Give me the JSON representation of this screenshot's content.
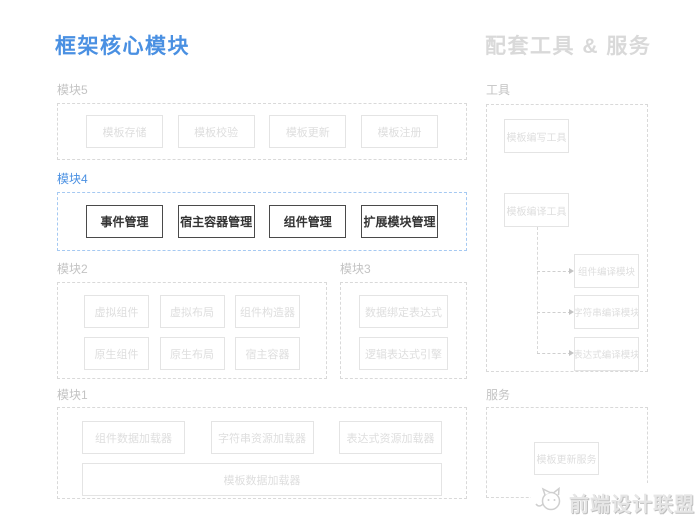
{
  "page": {
    "left_title": "框架核心模块",
    "right_title": "配套工具 & 服务"
  },
  "colors": {
    "accent_blue": "#4a90e2",
    "module4_dashed_border": "#a5c9f2",
    "gray_label": "#c3c3c3",
    "panel_dashed_border": "#d9d9d9",
    "light_box_border": "#e4e4e4",
    "light_box_text": "#dedede",
    "dark_box_border": "#4a4a4a",
    "dark_box_text": "#333333",
    "watermark_gray": "#d9d9d9"
  },
  "core": {
    "module5": {
      "label": "模块5",
      "items": [
        "模板存储",
        "模板校验",
        "模板更新",
        "模板注册"
      ]
    },
    "module4": {
      "label": "模块4",
      "items": [
        "事件管理",
        "宿主容器管理",
        "组件管理",
        "扩展模块管理"
      ]
    },
    "module2": {
      "label": "模块2",
      "rows": [
        [
          "虚拟组件",
          "虚拟布局",
          "组件构造器"
        ],
        [
          "原生组件",
          "原生布局",
          "宿主容器"
        ]
      ]
    },
    "module3": {
      "label": "模块3",
      "items": [
        "数据绑定表达式",
        "逻辑表达式引擎"
      ]
    },
    "module1": {
      "label": "模块1",
      "items": [
        "组件数据加载器",
        "字符串资源加载器",
        "表达式资源加载器"
      ],
      "wide_item": "模板数据加载器"
    }
  },
  "tools": {
    "label": "工具",
    "authoring_tool": "模板编写工具",
    "compiler_tool": "模板编译工具",
    "compiler_outputs": [
      "组件编译模块",
      "字符串编译模块",
      "表达式编译模块"
    ]
  },
  "services": {
    "label": "服务",
    "item": "模板更新服务"
  },
  "watermark": {
    "icon": "cat-face-icon",
    "text": "前端设计联盟"
  }
}
